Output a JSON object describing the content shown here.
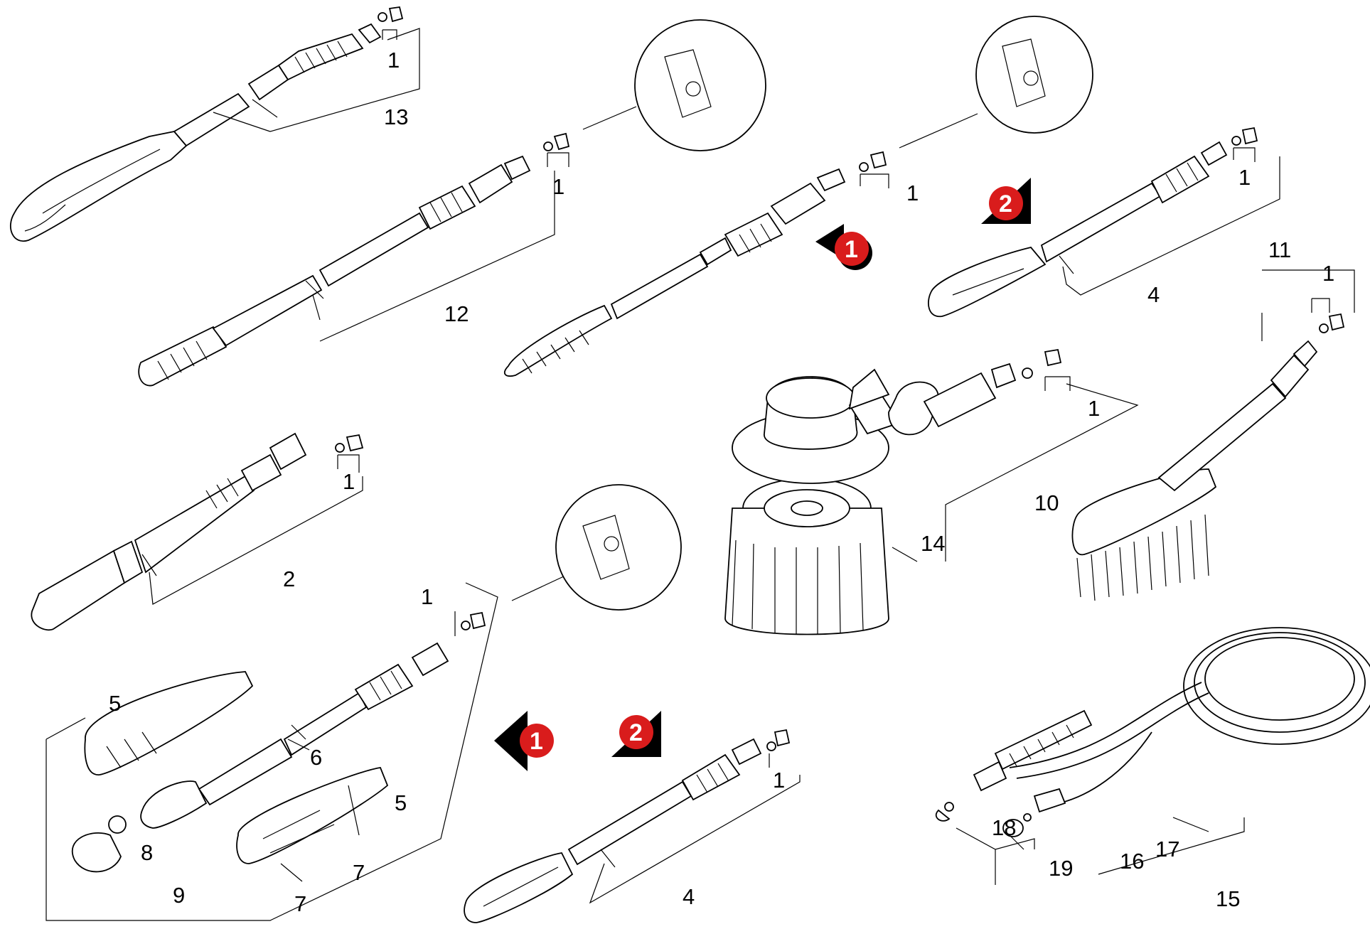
{
  "diagram": {
    "colors": {
      "line": "#000000",
      "marker_red": "#d91c1c",
      "marker_shadow": "#000000",
      "background": "#ffffff"
    },
    "callouts": {
      "c1a": "1",
      "c1b": "1",
      "c1c": "1",
      "c1d": "1",
      "c1e": "1",
      "c1f": "1",
      "c1g": "1",
      "c1h": "1",
      "c1i": "1",
      "c2": "2",
      "c4a": "4",
      "c4b": "4",
      "c5a": "5",
      "c5b": "5",
      "c6": "6",
      "c7a": "7",
      "c7b": "7",
      "c8": "8",
      "c9": "9",
      "c10": "10",
      "c11": "11",
      "c12": "12",
      "c13": "13",
      "c14": "14",
      "c15": "15",
      "c16": "16",
      "c17": "17",
      "c18": "18",
      "c19": "19"
    },
    "markers": {
      "arrow_one_label": "1",
      "arrow_two_label": "2"
    }
  }
}
